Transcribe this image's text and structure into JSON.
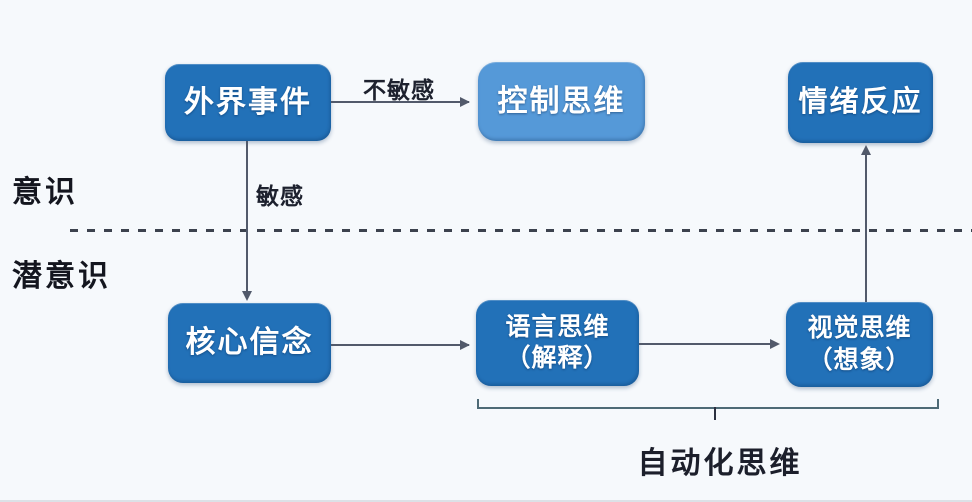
{
  "diagram": {
    "region_labels": {
      "conscious": "意识",
      "subconscious": "潜意识"
    },
    "nodes": {
      "external_event": {
        "label": "外界事件"
      },
      "controlled_thinking": {
        "label": "控制思维"
      },
      "emotional_reaction": {
        "label": "情绪反应"
      },
      "core_belief": {
        "label": "核心信念"
      },
      "verbal_thinking": {
        "line1": "语言思维",
        "line2": "（解释）"
      },
      "visual_thinking": {
        "line1": "视觉思维",
        "line2": "（想象）"
      }
    },
    "edge_labels": {
      "insensitive": "不敏感",
      "sensitive": "敏感"
    },
    "bracket_label": "自动化思维",
    "colors": {
      "node_dark": "#2271b8",
      "node_light": "#5599d8",
      "arrow": "#525a6b",
      "dashed_divider": "#3c424e",
      "bracket": "#4e6a76",
      "background": "#f6f9fc",
      "label_text": "#1d212e",
      "node_text": "#ffffff"
    }
  }
}
